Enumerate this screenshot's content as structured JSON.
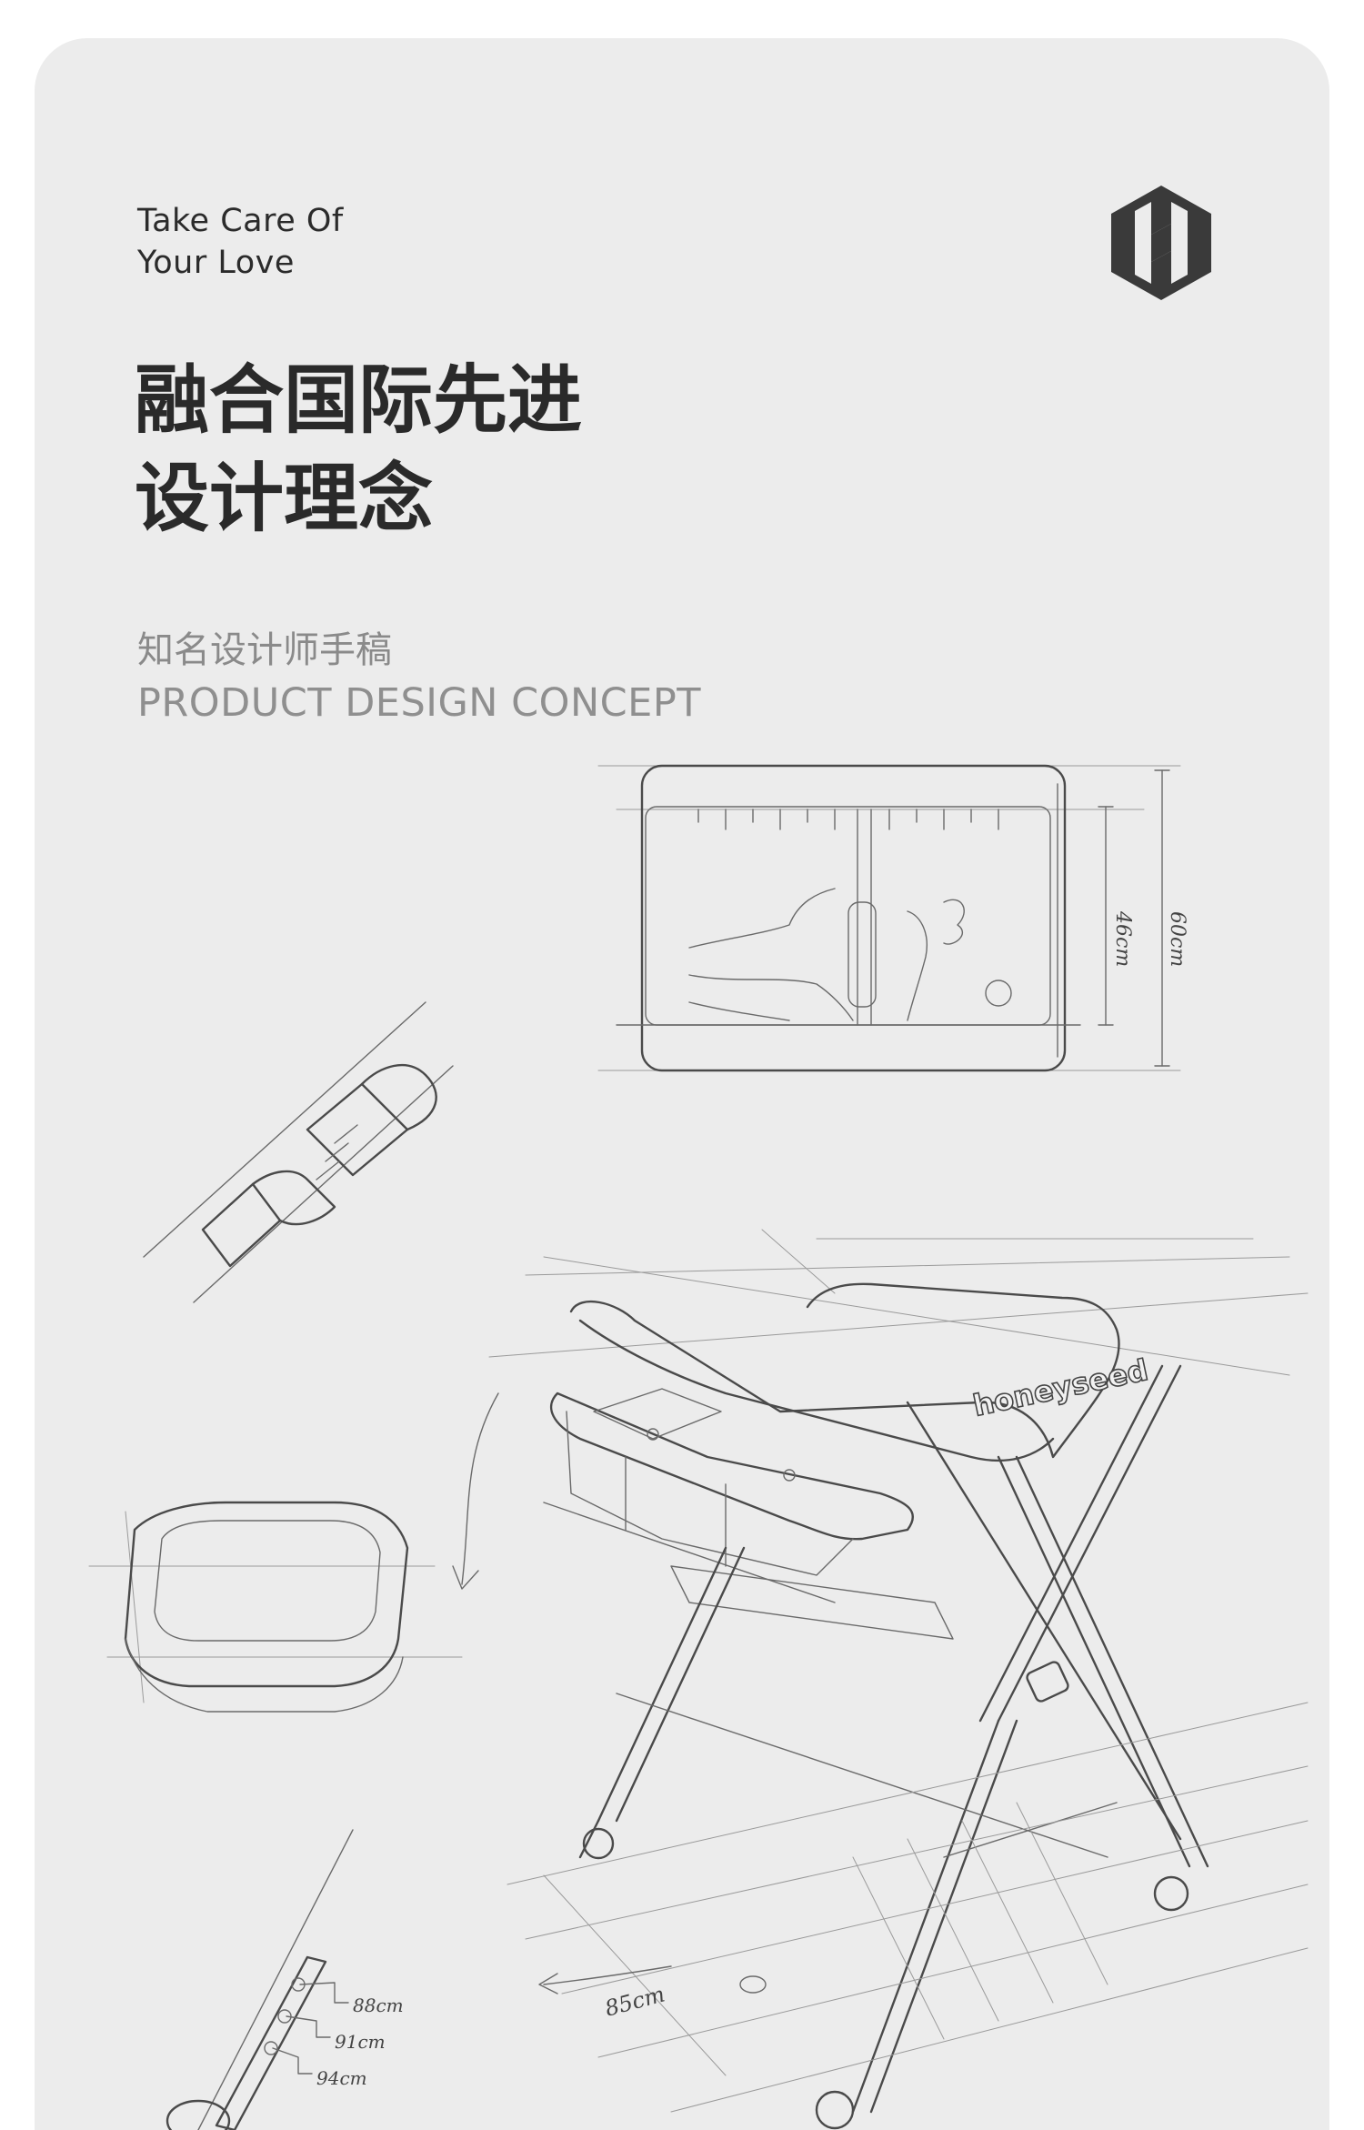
{
  "tagline": {
    "line1": "Take Care Of",
    "line2": "Your Love"
  },
  "logo": {
    "icon": "hexagon-h-logo",
    "color": "#3a3a3a"
  },
  "headline": {
    "line1": "融合国际先进",
    "line2": "设计理念"
  },
  "subtitle": {
    "cn": "知名设计师手稿",
    "en": "PRODUCT DESIGN CONCEPT"
  },
  "sketch": {
    "brand_text": "honeyseed",
    "dim_top_inner": "46cm",
    "dim_top_outer": "60cm",
    "dim_length": "85cm",
    "dim_heights": [
      "88cm",
      "91cm",
      "94cm"
    ]
  },
  "colors": {
    "card_bg": "#ececec",
    "page_bg": "#ffffff",
    "text_dark": "#2a2a2a",
    "text_muted": "#8a8a8a"
  }
}
